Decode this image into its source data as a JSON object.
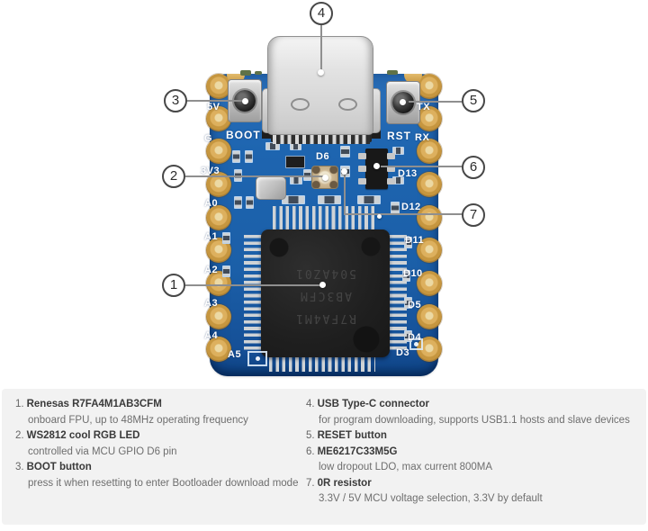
{
  "board": {
    "silkscreen": {
      "left_pins": [
        "5V",
        "G",
        "3V3",
        "A0",
        "A1",
        "A2",
        "A3",
        "A4",
        "A5"
      ],
      "right_pins": [
        "TX",
        "RX",
        "D13",
        "D12",
        "D11",
        "D10",
        "D5",
        "D4",
        "D3"
      ],
      "boot_label": "BOOT",
      "reset_label": "RST",
      "led_label": "D6"
    },
    "mcu_marking_lines": [
      "R7FA4M1",
      "AB3CFM",
      "504AZ01"
    ]
  },
  "callouts": {
    "c1": "1",
    "c2": "2",
    "c3": "3",
    "c4": "4",
    "c5": "5",
    "c6": "6",
    "c7": "7"
  },
  "legend": {
    "left": [
      {
        "num": "1.",
        "title": "Renesas R7FA4M1AB3CFM",
        "desc": "onboard FPU, up to 48MHz operating frequency"
      },
      {
        "num": "2.",
        "title": "WS2812 cool RGB LED",
        "desc": "controlled via MCU GPIO D6 pin"
      },
      {
        "num": "3.",
        "title": "BOOT button",
        "desc": "press it when resetting to enter Bootloader download mode"
      }
    ],
    "right": [
      {
        "num": "4.",
        "title": "USB Type-C connector",
        "desc": "for program downloading, supports USB1.1 hosts and slave devices"
      },
      {
        "num": "5.",
        "title": "RESET button",
        "desc": ""
      },
      {
        "num": "6.",
        "title": "ME6217C33M5G",
        "desc": "low dropout LDO, max current 800MA"
      },
      {
        "num": "7.",
        "title": "0R resistor",
        "desc": "3.3V / 5V MCU voltage selection, 3.3V by default"
      }
    ]
  },
  "colors": {
    "pcb_blue": "#1d64af",
    "pad_gold": "#d2a050",
    "mcu_black": "#1f1f1f",
    "legend_background": "#f2f2f2",
    "callout_line_gray": "#8f8f8f"
  }
}
